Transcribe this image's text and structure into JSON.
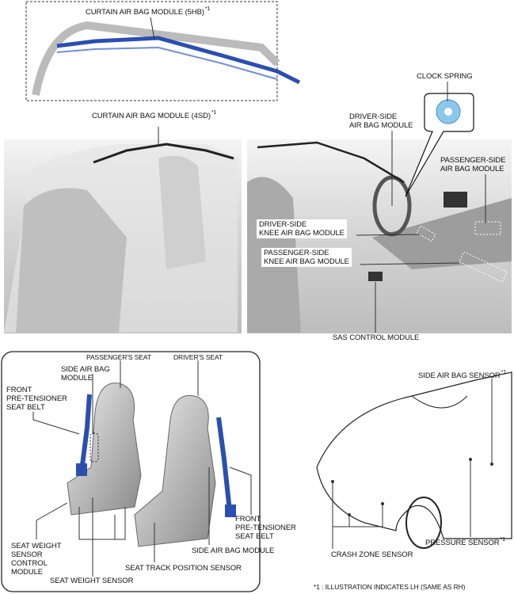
{
  "figure": {
    "top_box": {
      "curtain_5hb": "CURTAIN AIR BAG MODULE (5HB)",
      "note_ref": "*1"
    },
    "interior": {
      "curtain_4sd": "CURTAIN AIR BAG MODULE (4SD)",
      "note_ref": "*1",
      "clock_spring": "CLOCK SPRING",
      "driver_airbag": [
        "DRIVER-SIDE",
        "AIR BAG MODULE"
      ],
      "passenger_airbag": [
        "PASSENGER-SIDE",
        "AIR BAG MODULE"
      ],
      "driver_knee": [
        "DRIVER-SIDE",
        "KNEE AIR BAG MODULE"
      ],
      "passenger_knee": [
        "PASSENGER-SIDE",
        "KNEE AIR BAG MODULE"
      ],
      "sas": "SAS CONTROL MODULE"
    },
    "seats": {
      "passenger_seat": "PASSENGER'S SEAT",
      "driver_seat": "DRIVER'S SEAT",
      "side_airbag_left": [
        "SIDE AIR BAG",
        "MODULE"
      ],
      "pretensioner_left": [
        "FRONT",
        "PRE-TENSIONER",
        "SEAT BELT"
      ],
      "sws_control": [
        "SEAT WEIGHT",
        "SENSOR",
        "CONTROL",
        "MODULE"
      ],
      "seat_weight_sensor": "SEAT WEIGHT SENSOR",
      "seat_track": "SEAT TRACK POSITION SENSOR",
      "side_airbag_right": "SIDE AIR BAG MODULE",
      "pretensioner_right": [
        "FRONT",
        "PRE-TENSIONER",
        "SEAT BELT"
      ]
    },
    "exterior": {
      "side_sensor": "SIDE AIR BAG SENSOR",
      "side_sensor_ref": "*1",
      "crash_zone": "CRASH ZONE SENSOR",
      "pressure": "PRESSURE SENSOR",
      "pressure_ref": "*1"
    },
    "footnote": "*1 : ILLUSTRATION INDICATES LH (SAME AS RH)",
    "colors": {
      "airbag_blue": "#2a4fb0",
      "clock_spring": "#8cc8ec",
      "interior_gray": "#d8d8d8"
    }
  }
}
